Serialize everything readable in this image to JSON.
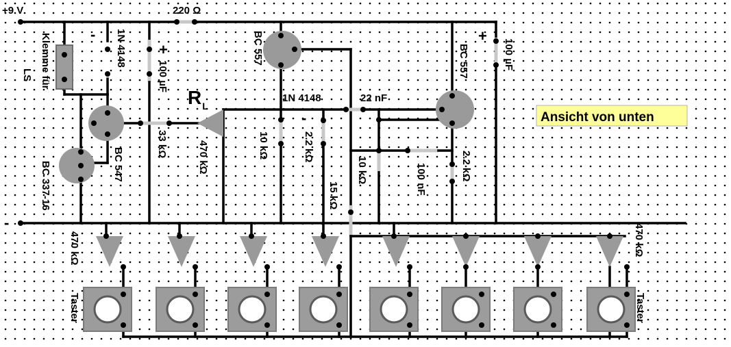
{
  "power": {
    "plus": "+9 V",
    "minus": "-"
  },
  "labels": {
    "r220": "220 Ω",
    "d1": "1N 4148",
    "d1_minus": "-",
    "c100_left_plus": "+",
    "c100_left": "100 µF",
    "clamp": "Klemme für",
    "clamp_ls": "LS",
    "bc337": "BC 337-16",
    "bc547": "BC 547",
    "r33k": "33 kΩ",
    "rl_main": "R",
    "rl_sub": "L",
    "r470k_rl": "470 kΩ",
    "bc557_left": "BC 557",
    "d2": "1N 4148",
    "d2_minus": "-",
    "c22n": "22 nF",
    "r10k_a": "10 kΩ",
    "r2k2_a": "2.2 kΩ",
    "r15k": "15 kΩ",
    "r10k_b": "10 kΩ",
    "c100n": "100 nF",
    "r2k2_b": "2.2 kΩ",
    "bc557_right": "BC 557",
    "c100_right_plus": "+",
    "c100_right": "100 µF",
    "r470k_left": "470 kΩ",
    "r470k_right": "470 kΩ",
    "taster_left": "Taster",
    "taster_right": "Taster",
    "note": "Ansicht von unten"
  },
  "colors": {
    "background": "#ffffff",
    "grid_dot": "#000000",
    "component_gray": "#9a9a9a",
    "note_background": "#ffff99"
  },
  "buttons": {
    "count": 8
  }
}
